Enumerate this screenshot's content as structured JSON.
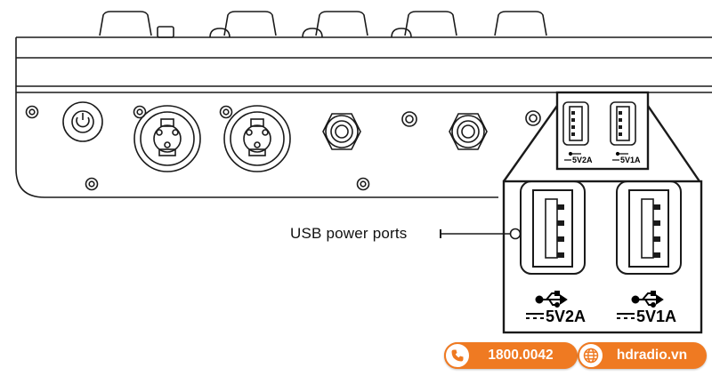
{
  "callout": {
    "label": "USB power ports"
  },
  "ports": {
    "left_rating": "5V2A",
    "right_rating": "5V1A"
  },
  "contact": {
    "phone": "1800.0042",
    "website": "hdradio.vn",
    "accent_color": "#ef7a22",
    "phone_icon": "phone-icon",
    "web_icon": "globe-icon"
  }
}
